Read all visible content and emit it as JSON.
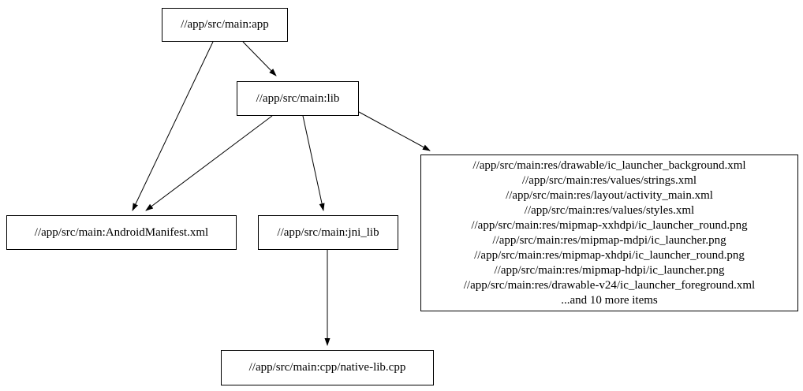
{
  "diagram": {
    "background_color": "#ffffff",
    "node_border_color": "#000000",
    "edge_color": "#000000",
    "nodes": {
      "app": {
        "label": "//app/src/main:app"
      },
      "lib": {
        "label": "//app/src/main:lib"
      },
      "manifest": {
        "label": "//app/src/main:AndroidManifest.xml"
      },
      "jni_lib": {
        "label": "//app/src/main:jni_lib"
      },
      "cpp": {
        "label": "//app/src/main:cpp/native-lib.cpp"
      },
      "res": {
        "lines": [
          "//app/src/main:res/drawable/ic_launcher_background.xml",
          "//app/src/main:res/values/strings.xml",
          "//app/src/main:res/layout/activity_main.xml",
          "//app/src/main:res/values/styles.xml",
          "//app/src/main:res/mipmap-xxhdpi/ic_launcher_round.png",
          "//app/src/main:res/mipmap-mdpi/ic_launcher.png",
          "//app/src/main:res/mipmap-xhdpi/ic_launcher_round.png",
          "//app/src/main:res/mipmap-hdpi/ic_launcher.png",
          "//app/src/main:res/drawable-v24/ic_launcher_foreground.xml",
          "...and 10 more items"
        ]
      }
    },
    "edges": [
      {
        "from": "app",
        "to": "lib"
      },
      {
        "from": "app",
        "to": "manifest"
      },
      {
        "from": "lib",
        "to": "manifest"
      },
      {
        "from": "lib",
        "to": "jni_lib"
      },
      {
        "from": "lib",
        "to": "res"
      },
      {
        "from": "jni_lib",
        "to": "cpp"
      }
    ]
  }
}
